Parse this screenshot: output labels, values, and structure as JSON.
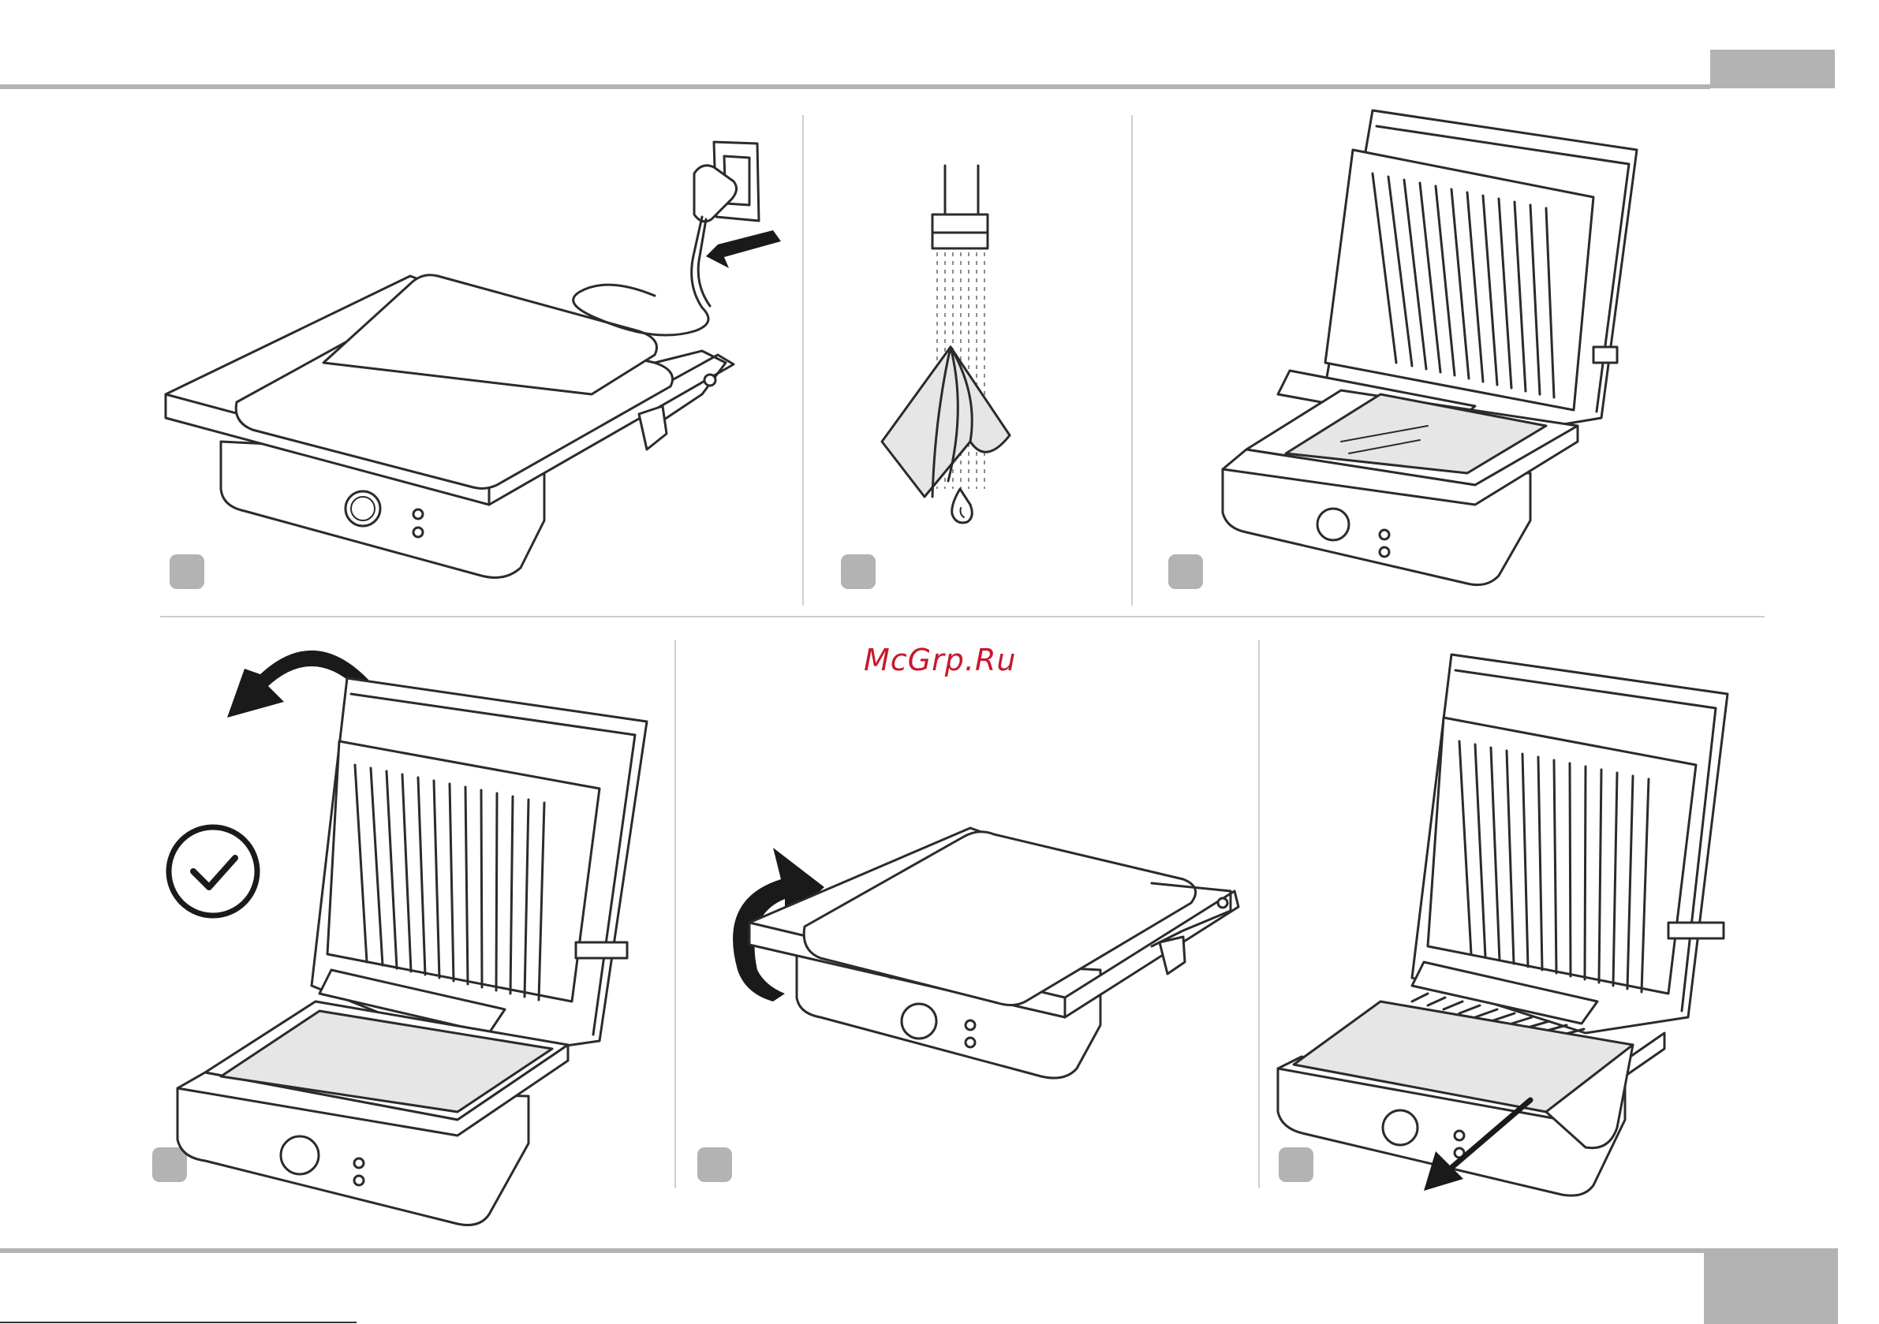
{
  "watermark": "McGrp.Ru",
  "steps": [
    {
      "id": 1,
      "illustration": "grill-closed-unplug",
      "icons": [
        "power-plug-icon",
        "wall-socket-icon",
        "arrow-right-icon"
      ]
    },
    {
      "id": 2,
      "illustration": "damp-cloth-under-tap",
      "icons": [
        "water-tap-icon",
        "cloth-icon",
        "water-drop-icon"
      ]
    },
    {
      "id": 3,
      "illustration": "grill-open-wipe-plate",
      "icons": [
        "cloth-icon"
      ]
    },
    {
      "id": 4,
      "illustration": "grill-open-dry",
      "icons": [
        "rotate-arrow-icon",
        "check-circle-icon"
      ]
    },
    {
      "id": 5,
      "illustration": "grill-closing",
      "icons": [
        "rotate-arrow-icon"
      ]
    },
    {
      "id": 6,
      "illustration": "remove-drip-tray",
      "icons": [
        "arrow-down-left-icon"
      ]
    }
  ],
  "colors": {
    "rule": "#b3b3b3",
    "watermark": "#c8182c",
    "line_art": "#2b2b2b"
  }
}
